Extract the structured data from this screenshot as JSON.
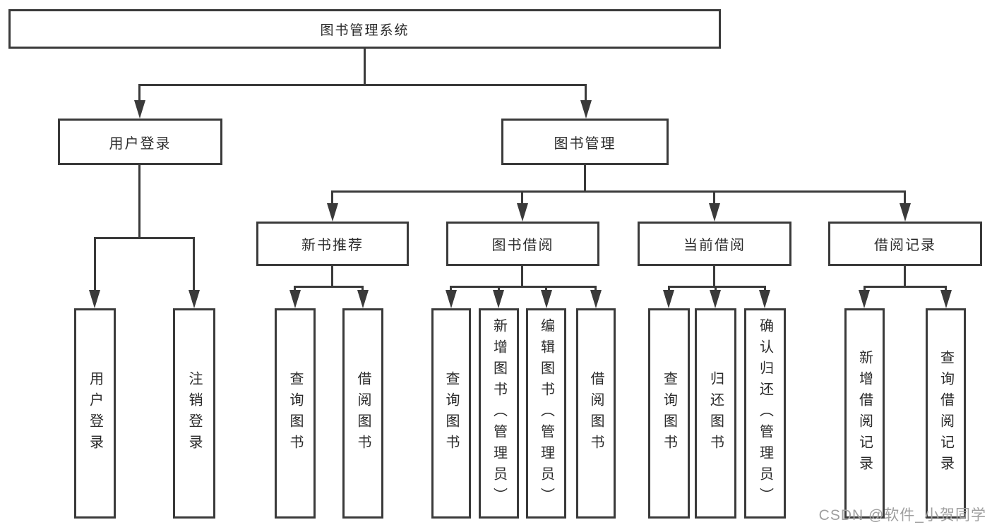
{
  "colors": {
    "line": "#3a3a3a",
    "text": "#2b2b2b",
    "background": "#ffffff",
    "watermark": "#9f9f9f"
  },
  "diagram": {
    "root": {
      "label": "图书管理系统"
    },
    "level2": [
      {
        "label": "用户登录"
      },
      {
        "label": "图书管理"
      }
    ],
    "level3": [
      {
        "label": "新书推荐"
      },
      {
        "label": "图书借阅"
      },
      {
        "label": "当前借阅"
      },
      {
        "label": "借阅记录"
      }
    ],
    "leaves": [
      "用户登录",
      "注销登录",
      "查询图书",
      "借阅图书",
      "查询图书",
      "新增图书（管理员）",
      "编辑图书（管理员）",
      "借阅图书",
      "查询图书",
      "归还图书",
      "确认归还（管理员）",
      "新增借阅记录",
      "查询借阅记录"
    ]
  },
  "watermark": {
    "text": "CSDN @软件_小贺同学"
  }
}
